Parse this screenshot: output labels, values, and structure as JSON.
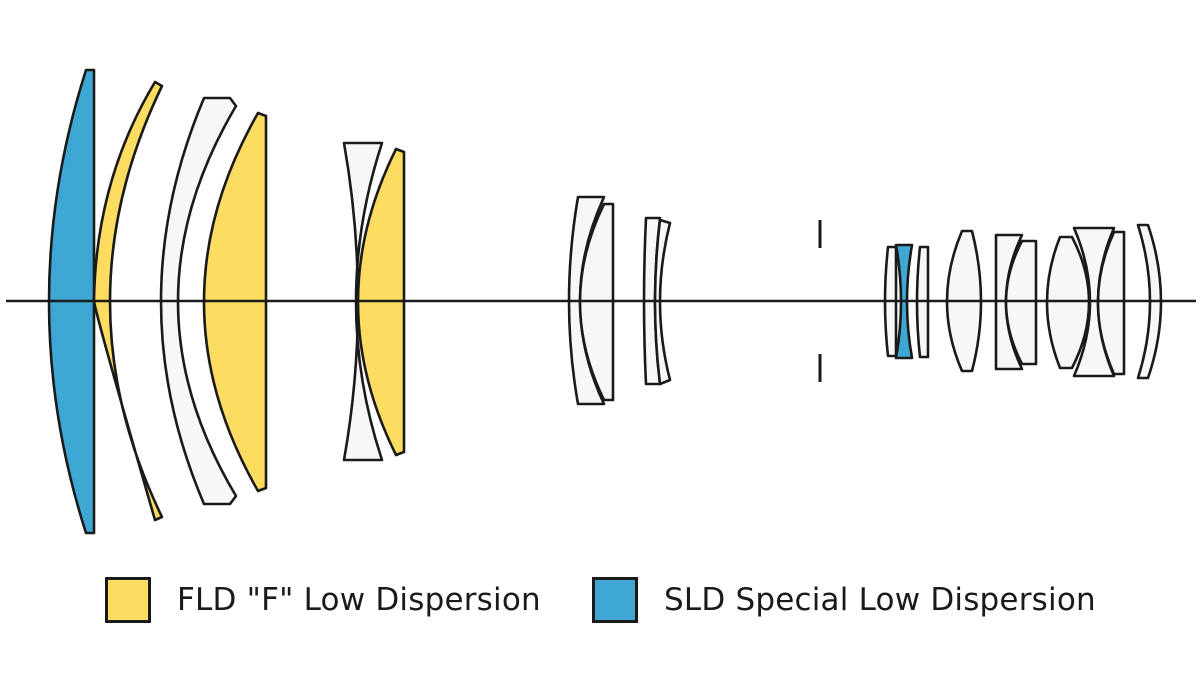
{
  "colors": {
    "fld": "#FDDC62",
    "sld": "#3FA7D4",
    "standard": "#F7F7F7",
    "outline": "#1A1A1A"
  },
  "legend": [
    {
      "name": "fld",
      "label": "FLD \"F\" Low Dispersion",
      "color": "#FDDC62"
    },
    {
      "name": "sld",
      "label": "SLD Special Low Dispersion",
      "color": "#3FA7D4"
    }
  ],
  "lens_elements": [
    {
      "group": 1,
      "material": "sld"
    },
    {
      "group": 1,
      "material": "fld"
    },
    {
      "group": 1,
      "material": "standard"
    },
    {
      "group": 1,
      "material": "fld"
    },
    {
      "group": 2,
      "material": "standard"
    },
    {
      "group": 2,
      "material": "fld"
    },
    {
      "group": 3,
      "material": "standard"
    },
    {
      "group": 3,
      "material": "standard"
    },
    {
      "group": 3,
      "material": "standard"
    },
    {
      "group": 3,
      "material": "standard"
    },
    {
      "group": 4,
      "material": "standard"
    },
    {
      "group": 4,
      "material": "sld"
    },
    {
      "group": 4,
      "material": "standard"
    },
    {
      "group": 4,
      "material": "standard"
    },
    {
      "group": 4,
      "material": "standard"
    },
    {
      "group": 4,
      "material": "standard"
    },
    {
      "group": 4,
      "material": "standard"
    },
    {
      "group": 4,
      "material": "standard"
    },
    {
      "group": 4,
      "material": "standard"
    },
    {
      "group": 4,
      "material": "standard"
    }
  ]
}
